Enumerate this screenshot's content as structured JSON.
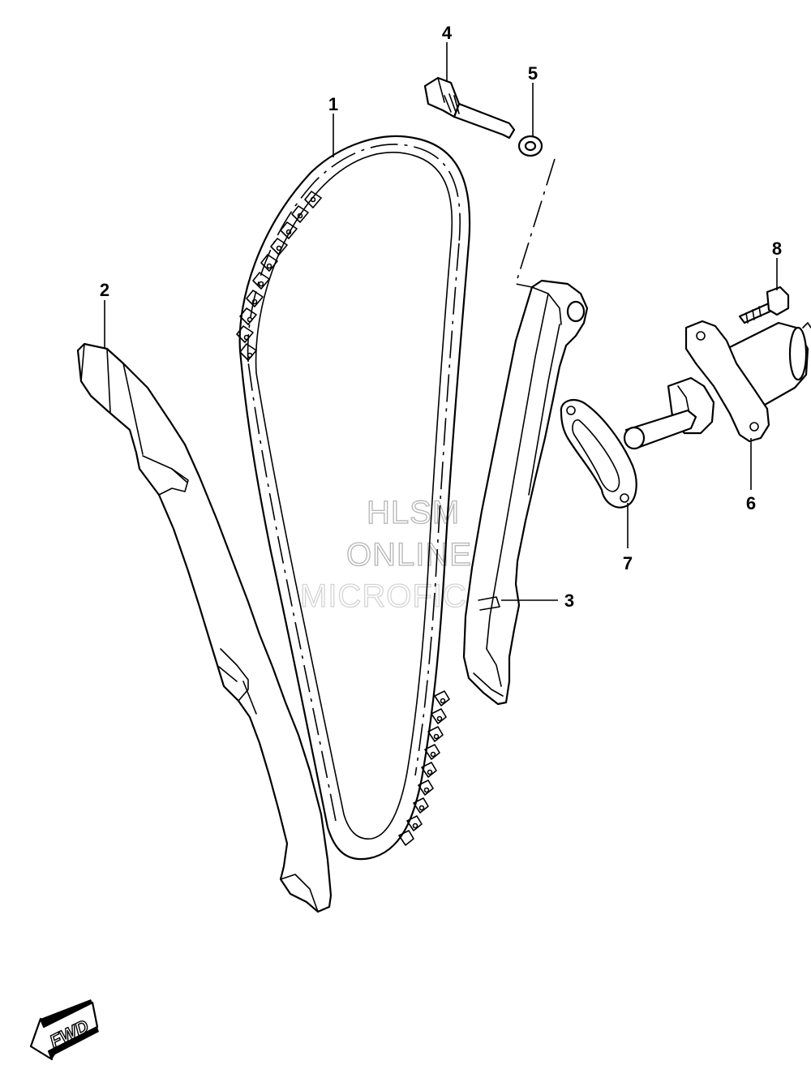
{
  "callouts": {
    "c1": "1",
    "c2": "2",
    "c3": "3",
    "c4": "4",
    "c5": "5",
    "c6": "6",
    "c7": "7",
    "c8": "8"
  },
  "watermark": {
    "line1": "HLSM",
    "line2": "ONLINE",
    "line3": "MICROFICHE"
  },
  "direction_badge": {
    "label": "FWD"
  },
  "icons": {
    "direction": "fwd-arrow-icon"
  }
}
